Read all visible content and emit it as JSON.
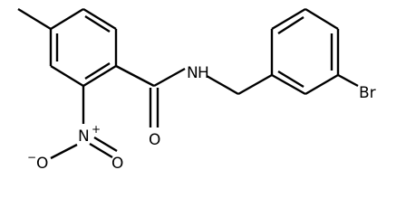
{
  "molecule": {
    "atoms": {
      "n_amide": "N",
      "h_amide": "H",
      "o_carbonyl": "O",
      "n_nitro": "N",
      "n_nitro_charge": "+",
      "o_nitro_left": "O",
      "o_nitro_left_charge": "−",
      "o_nitro_right": "O",
      "br": "Br"
    },
    "colors": {
      "bond": "#000000",
      "label": "#000000",
      "background": "#ffffff"
    }
  }
}
